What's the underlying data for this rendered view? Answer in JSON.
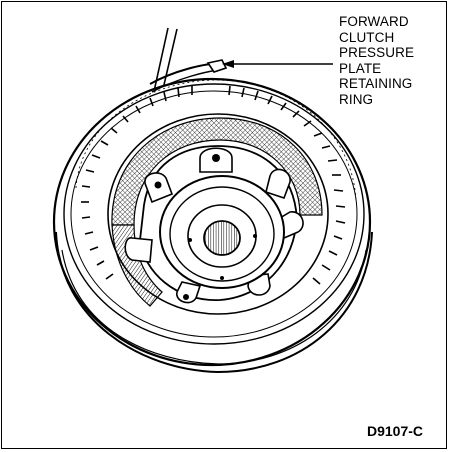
{
  "figure": {
    "id_label": "D9107-C",
    "callout_lines": [
      "FORWARD",
      "CLUTCH",
      "PRESSURE",
      "PLATE",
      "RETAINING",
      "RING"
    ]
  },
  "colors": {
    "ink": "#000000",
    "paper": "#ffffff"
  }
}
